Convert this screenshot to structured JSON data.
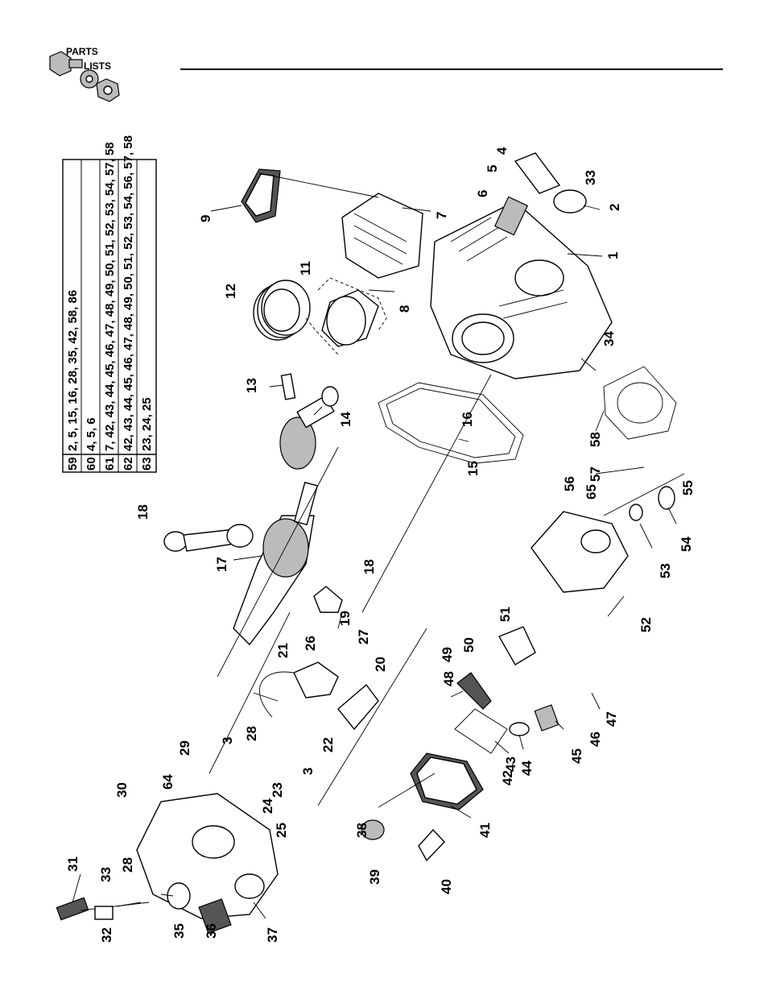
{
  "header": {
    "logo_line1": "PARTS",
    "logo_line2": "LISTS"
  },
  "kit_table": {
    "rows": [
      {
        "kit": "59",
        "parts": "2, 5, 15, 16, 28, 35, 42, 58, 86"
      },
      {
        "kit": "60",
        "parts": "4, 5, 6"
      },
      {
        "kit": "61",
        "parts": "7, 42, 43, 44, 45, 46, 47, 48, 49, 50, 51, 52, 53, 54, 57, 58"
      },
      {
        "kit": "62",
        "parts": "42, 43, 44, 45, 46, 47, 48, 49, 50, 51, 52, 53, 54, 56, 57, 58"
      },
      {
        "kit": "63",
        "parts": "23, 24, 25"
      }
    ]
  },
  "callouts": [
    "1",
    "2",
    "3",
    "3",
    "4",
    "5",
    "6",
    "7",
    "8",
    "9",
    "11",
    "12",
    "13",
    "14",
    "15",
    "16",
    "17",
    "18",
    "18",
    "19",
    "20",
    "21",
    "22",
    "23",
    "24",
    "25",
    "26",
    "27",
    "28",
    "28",
    "29",
    "30",
    "31",
    "32",
    "33",
    "33",
    "34",
    "35",
    "36",
    "37",
    "38",
    "39",
    "40",
    "41",
    "42",
    "43",
    "44",
    "45",
    "46",
    "47",
    "48",
    "49",
    "50",
    "51",
    "52",
    "53",
    "54",
    "55",
    "56",
    "57",
    "58",
    "64",
    "65"
  ],
  "colors": {
    "ink": "#000000",
    "paper": "#ffffff",
    "shade": "#555555"
  }
}
